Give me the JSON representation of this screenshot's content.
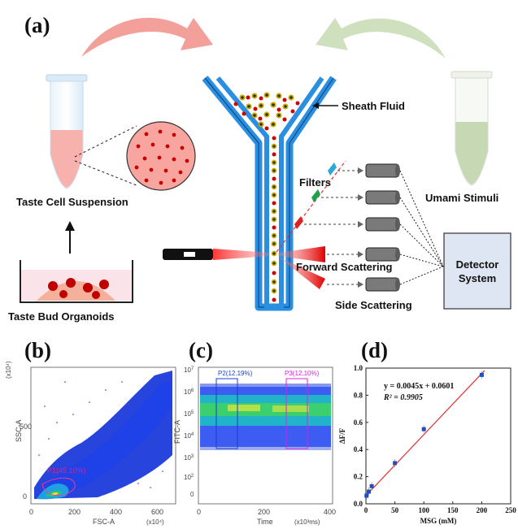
{
  "panels": {
    "a": "(a)",
    "b": "(b)",
    "c": "(c)",
    "d": "(d)"
  },
  "diagram": {
    "taste_cell_suspension": "Taste Cell Suspension",
    "taste_bud_organoids": "Taste  Bud Organoids",
    "umami_stimuli": "Umami Stimuli",
    "sheath_fluid": "Sheath Fluid",
    "filters": "Filters",
    "forward_scattering": "Forward Scattering",
    "side_scattering": "Side Scattering",
    "detector_line1": "Detector",
    "detector_line2": "System"
  },
  "colors": {
    "pink_arrow": "#f4a09a",
    "green_arrow": "#cfe0bf",
    "channel_blue": "#2a8fe0",
    "detector_box": "#dde6f2",
    "cell_red": "#d00000",
    "fit_line": "#e53030",
    "data_point": "#1f4fbf"
  },
  "plot_b": {
    "exponent": "(x10⁴)",
    "x_exponent": "(x10⁴)",
    "ylabel": "SSC-A",
    "xlabel": "FSC-A",
    "yticks": [
      "0",
      "500"
    ],
    "xticks": [
      "0",
      "200",
      "400",
      "600"
    ],
    "gate_label": "P1(45.10%)"
  },
  "plot_c": {
    "ylabel": "FITC-A",
    "xlabel": "Time",
    "x_unit": "(x10³ms)",
    "xticks": [
      "0",
      "200",
      "400"
    ],
    "gate1": "P2(12.19%)",
    "gate2": "P3(12.10%)"
  },
  "chart_data": {
    "type": "scatter",
    "xlabel": "MSG (mM)",
    "ylabel": "ΔF/F",
    "xlim": [
      0,
      250
    ],
    "ylim": [
      0,
      1.0
    ],
    "xticks": [
      "0",
      "50",
      "100",
      "150",
      "200",
      "250"
    ],
    "yticks": [
      "0.0",
      "0.2",
      "0.4",
      "0.6",
      "0.8",
      "1.0"
    ],
    "equation": "y = 0.0045x + 0.0601",
    "r_squared": "R² = 0.9905",
    "x": [
      1,
      5,
      10,
      50,
      100,
      200
    ],
    "y": [
      0.06,
      0.09,
      0.13,
      0.3,
      0.55,
      0.95
    ],
    "fit": {
      "slope": 0.0045,
      "intercept": 0.0601
    }
  }
}
